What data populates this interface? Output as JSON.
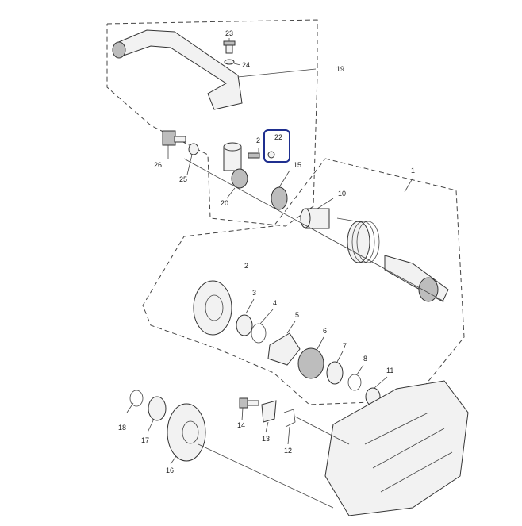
{
  "diagram": {
    "labels": {
      "p1": "1",
      "p2": "2",
      "p3": "3",
      "p4": "4",
      "p5": "5",
      "p6": "6",
      "p7": "7",
      "p8": "8",
      "p10": "10",
      "p11": "11",
      "p12": "12",
      "p13": "13",
      "p14": "14",
      "p15": "15",
      "p16": "16",
      "p17": "17",
      "p18": "18",
      "p19": "19",
      "p20": "20",
      "p21": "2",
      "p22": "22",
      "p23": "23",
      "p24": "24",
      "p25": "25",
      "p26": "26"
    },
    "highlight_color": "#1f2f8f"
  }
}
